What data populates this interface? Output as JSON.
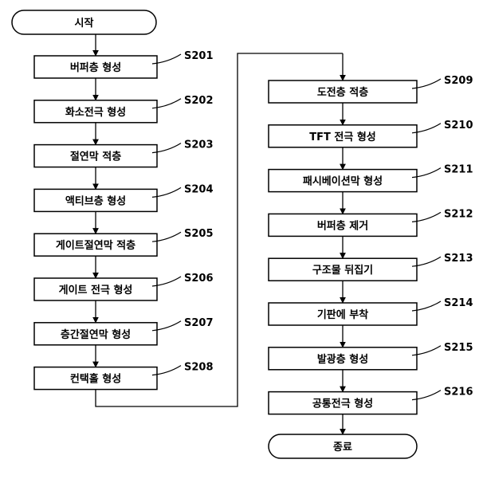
{
  "start_label": "시작",
  "end_label": "종료",
  "left_steps": [
    {
      "label": "버퍼층 형성",
      "step": "S201"
    },
    {
      "label": "화소전극 형성",
      "step": "S202"
    },
    {
      "label": "절연막 적층",
      "step": "S203"
    },
    {
      "label": "액티브층 형성",
      "step": "S204"
    },
    {
      "label": "게이트절연막 적층",
      "step": "S205"
    },
    {
      "label": "게이트 전극 형성",
      "step": "S206"
    },
    {
      "label": "층간절연막 형성",
      "step": "S207"
    },
    {
      "label": "컨택홀 형성",
      "step": "S208"
    }
  ],
  "right_steps": [
    {
      "label": "도전층 적층",
      "step": "S209"
    },
    {
      "label": "TFT 전극 형성",
      "step": "S210"
    },
    {
      "label": "패시베이션막 형성",
      "step": "S211"
    },
    {
      "label": "버퍼층 제거",
      "step": "S212"
    },
    {
      "label": "구조물 뒤집기",
      "step": "S213"
    },
    {
      "label": "기판에 부착",
      "step": "S214"
    },
    {
      "label": "발광층 형성",
      "step": "S215"
    },
    {
      "label": "공통전극 형성",
      "step": "S216"
    }
  ]
}
